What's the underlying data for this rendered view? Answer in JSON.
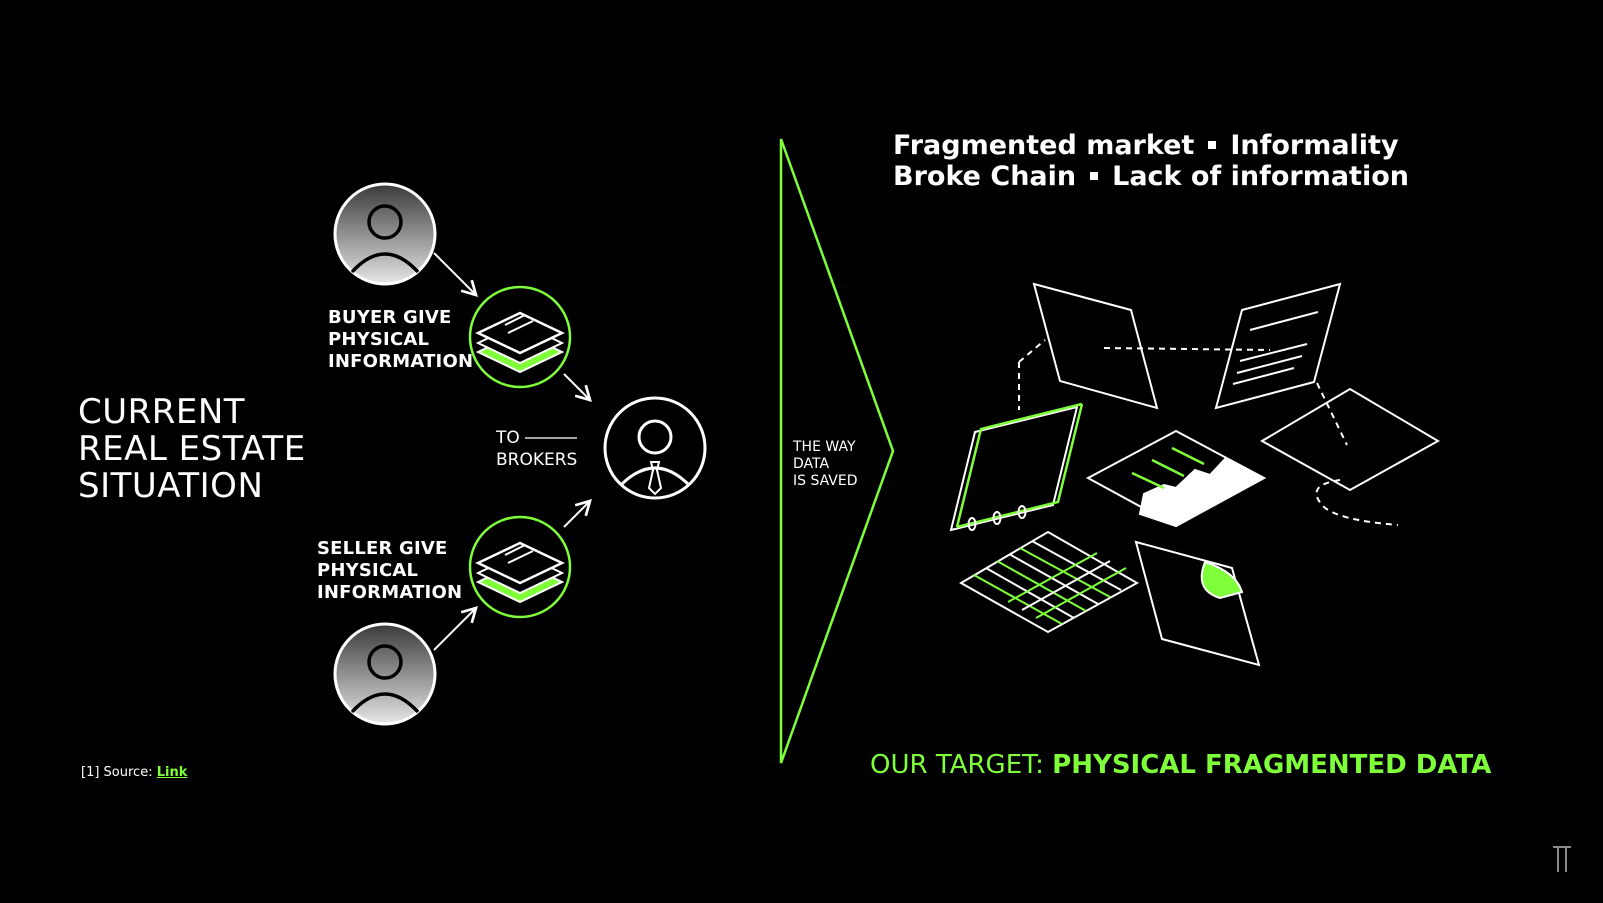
{
  "colors": {
    "background": "#000000",
    "foreground": "#ffffff",
    "accent": "#7fff3a"
  },
  "left": {
    "title_lines": [
      "CURRENT",
      "REAL ESTATE",
      "SITUATION"
    ]
  },
  "flow": {
    "buyer_label_lines": [
      "BUYER GIVE",
      "PHYSICAL",
      "INFORMATION"
    ],
    "seller_label_lines": [
      "SELLER GIVE",
      "PHYSICAL",
      "INFORMATION"
    ],
    "to_brokers_lines": [
      "TO",
      "BROKERS"
    ],
    "buyer_icon": "user-avatar-icon",
    "seller_icon": "user-avatar-icon",
    "documents_icon": "document-stack-icon",
    "broker_icon": "broker-tie-icon"
  },
  "divider": {
    "label_lines": [
      "THE WAY",
      "DATA",
      "IS SAVED"
    ]
  },
  "headline": {
    "line1": {
      "a": "Fragmented market",
      "b": "Informality"
    },
    "line2": {
      "a": "Broke Chain",
      "b": "Lack of information"
    }
  },
  "target": {
    "prefix": "OUR TARGET: ",
    "emphasis": "PHYSICAL FRAGMENTED DATA"
  },
  "footer": {
    "source_prefix": "[1] Source: ",
    "source_link": "Link",
    "logo": "pi-logo"
  }
}
